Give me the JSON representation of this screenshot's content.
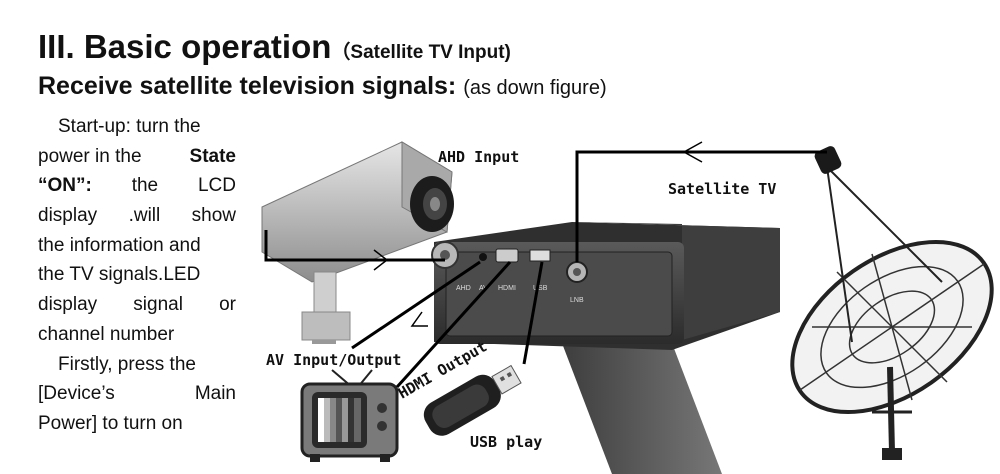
{
  "heading": {
    "title": "III. Basic operation",
    "subtitle": "（Satellite TV Input)"
  },
  "subheading": {
    "title": "Receive satellite television signals:",
    "note": "(as down figure)"
  },
  "body_lines": [
    [
      "Start-up: turn the"
    ],
    [
      "power in the",
      "State"
    ],
    [
      "“ON”:",
      "the",
      "LCD"
    ],
    [
      "display",
      ".will",
      "show"
    ],
    [
      "the information and"
    ],
    [
      "the TV signals.LED"
    ],
    [
      "display",
      "signal",
      "or"
    ],
    [
      "channel number"
    ],
    [
      "Firstly, press the"
    ],
    [
      "[Device’s",
      "Main"
    ],
    [
      "Power] to turn on"
    ]
  ],
  "figure": {
    "labels": {
      "ahd_input": "AHD Input",
      "satellite_tv": "Satellite TV",
      "av_io": "AV Input/Output",
      "hdmi_output": "HDMI Output",
      "usb_play": "USB play"
    },
    "ports": {
      "ahd": "AHD",
      "av": "AV",
      "hdmi": "HDMI",
      "usb": "USB",
      "lnb": "LNB"
    },
    "colors": {
      "cable": "#000000",
      "device_body": "#3a3a3a",
      "camera": "#bdbdbd",
      "dish": "#2a2a2a"
    }
  }
}
